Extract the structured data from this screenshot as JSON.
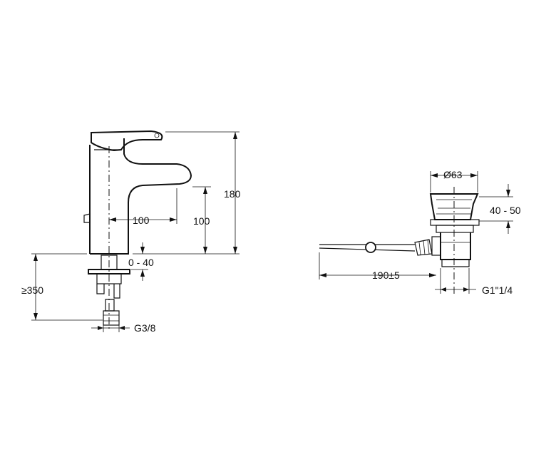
{
  "faucet": {
    "dim_height": "180",
    "dim_reach": "100",
    "dim_spout_height": "100",
    "dim_deck": "0 - 40",
    "dim_hose_length": "≥350",
    "dim_connection": "G3/8"
  },
  "drain": {
    "dim_diameter": "Ø63",
    "dim_height": "40 - 50",
    "dim_rod_length": "190±5",
    "dim_thread": "G1\"1/4"
  }
}
